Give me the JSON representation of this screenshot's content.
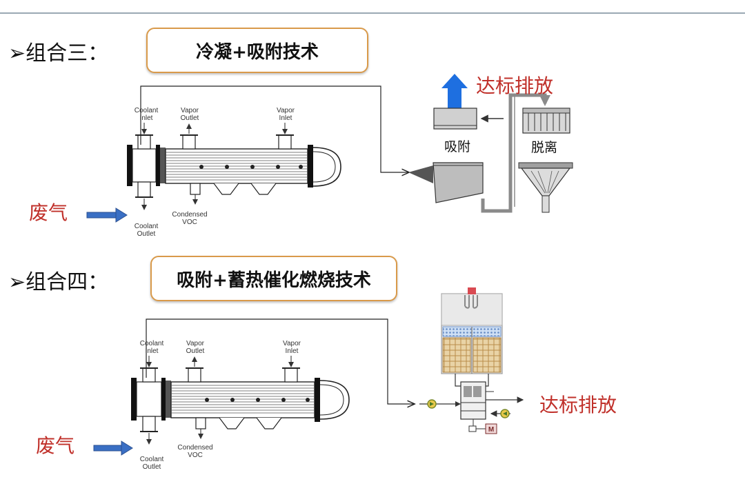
{
  "sections": [
    {
      "label": "➢组合三：",
      "title": "冷凝+吸附技术",
      "input_label": "废气",
      "output_label": "达标排放",
      "unit_labels": [
        "吸附",
        "脱离"
      ],
      "condenser_labels": {
        "coolant_inlet": [
          "Coolant",
          "Inlet"
        ],
        "vapor_outlet": [
          "Vapor",
          "Outlet"
        ],
        "vapor_inlet": [
          "Vapor",
          "Inlet"
        ],
        "condensed": [
          "Condensed",
          "VOC"
        ],
        "coolant_outlet": [
          "Coolant",
          "Outlet"
        ]
      }
    },
    {
      "label": "➢组合四：",
      "title": "吸附+蓄热催化燃烧技术",
      "input_label": "废气",
      "output_label": "达标排放",
      "motor_label": "M",
      "condenser_labels": {
        "coolant_inlet": [
          "Coolant",
          "Inlet"
        ],
        "vapor_outlet": [
          "Vapor",
          "Outlet"
        ],
        "vapor_inlet": [
          "Vapor",
          "Inlet"
        ],
        "condensed": [
          "Condensed",
          "VOC"
        ],
        "coolant_outlet": [
          "Coolant",
          "Outlet"
        ]
      }
    }
  ],
  "colors": {
    "title_border": "#d99a4a",
    "red_text": "#c0302a",
    "blue_arrow": "#3a6fc4",
    "exhaust_arrow": "#1e6fe0"
  }
}
